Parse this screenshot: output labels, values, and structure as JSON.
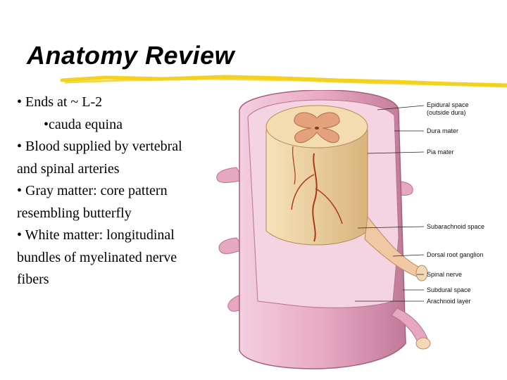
{
  "slide": {
    "title": "Anatomy Review",
    "bullets": [
      {
        "text": "• Ends at ~ L-2",
        "level": 0
      },
      {
        "text": "•cauda equina",
        "level": 1
      },
      {
        "text": "• Blood supplied by vertebral and spinal arteries",
        "level": 0
      },
      {
        "text": "• Gray matter: core pattern resembling butterfly",
        "level": 0
      },
      {
        "text": "• White matter: longitudinal bundles of myelinated nerve fibers",
        "level": 0
      }
    ],
    "accent_color": "#f2d21e"
  },
  "figure": {
    "labels": {
      "epidural_1": "Epidural space",
      "epidural_2": "(outside dura)",
      "dura": "Dura mater",
      "pia": "Pia mater",
      "subarachnoid": "Subarachnoid space",
      "drg": "Dorsal root ganglion",
      "spinal_nerve": "Spinal nerve",
      "subdural": "Subdural space",
      "arachnoid": "Arachnoid layer"
    },
    "colors": {
      "dura": "#e8a9c3",
      "cord": "#f0d8a8",
      "gray_matter": "#e3a27c",
      "vessels": "#a83a1a"
    }
  }
}
